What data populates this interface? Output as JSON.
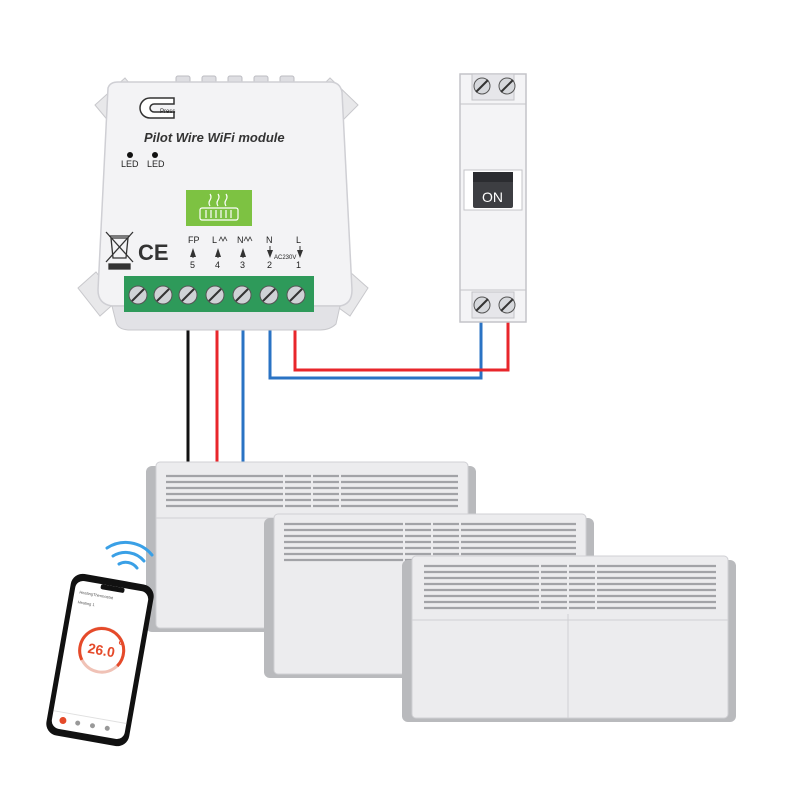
{
  "module": {
    "title": "Pilot Wire WiFi module",
    "press_label": "Press",
    "led_labels": [
      "LED",
      "LED"
    ],
    "ac_label": "AC230V",
    "terminals": [
      {
        "label": "FP",
        "number": "5"
      },
      {
        "label": "L",
        "number": "4"
      },
      {
        "label": "N",
        "number": "3"
      },
      {
        "label": "N",
        "number": "2"
      },
      {
        "label": "L",
        "number": "1"
      }
    ],
    "cert_mark": "CE"
  },
  "breaker": {
    "switch_label": "ON"
  },
  "phone": {
    "app_title": "HeatingThermostat",
    "subtitle": "Heating 1",
    "temperature": "26.0",
    "unit": "°"
  },
  "colors": {
    "live": "#e8262b",
    "neutral": "#2a73c4",
    "pilot": "#111111",
    "terminal_block": "#2e9a5a",
    "indicator": "#7dc242",
    "accent": "#e54a2a"
  }
}
